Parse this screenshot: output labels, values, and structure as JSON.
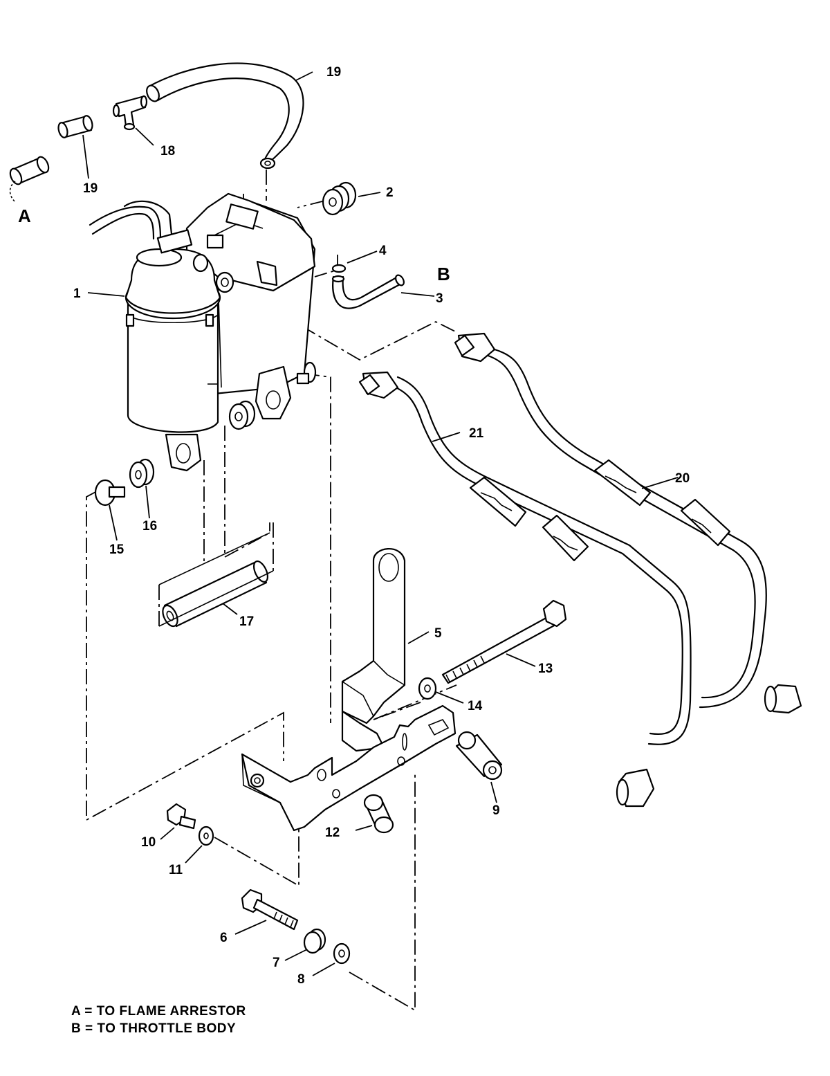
{
  "callouts": {
    "c1": "1",
    "c2": "2",
    "c3": "3",
    "c4": "4",
    "c5": "5",
    "c6": "6",
    "c7": "7",
    "c8": "8",
    "c9": "9",
    "c10": "10",
    "c11": "11",
    "c12": "12",
    "c13": "13",
    "c14": "14",
    "c15": "15",
    "c16": "16",
    "c17": "17",
    "c18": "18",
    "c19a": "19",
    "c19b": "19",
    "c20": "20",
    "c21": "21"
  },
  "connectors": {
    "a": "A",
    "b": "B"
  },
  "legend": {
    "line1": "A = TO FLAME ARRESTOR",
    "line2": "B = TO THROTTLE BODY"
  }
}
